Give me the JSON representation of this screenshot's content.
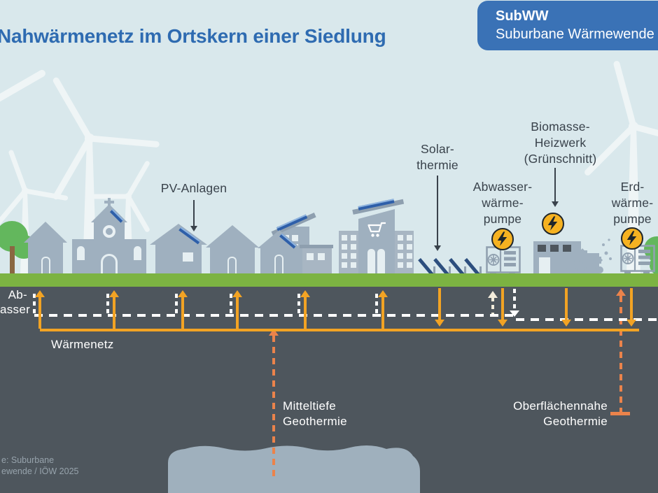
{
  "title": "Nahwärmenetz im Ortskern einer Siedlung",
  "badge": {
    "acronym": "SubWW",
    "name": "Suburbane Wärmewende"
  },
  "scene_labels": {
    "pv": "PV-Anlagen",
    "solarthermie": [
      "Solar-",
      "thermie"
    ],
    "abwasser_wp": [
      "Abwasser-",
      "wärme-",
      "pumpe"
    ],
    "biomasse": [
      "Biomasse-",
      "Heizwerk",
      "(Grünschnitt)"
    ],
    "erdwaerme_wp": [
      "Erd-",
      "wärme-",
      "pumpe"
    ]
  },
  "underground_labels": {
    "abwasser_cut": [
      "Ab-",
      "asser"
    ],
    "waermenetz": "Wärmenetz",
    "mitteltiefe": [
      "Mitteltiefe",
      "Geothermie"
    ],
    "oberflaechennahe": [
      "Oberflächennahe",
      "Geothermie"
    ]
  },
  "source_lines": [
    "e: Suburbane",
    "ewende / IÖW 2025"
  ],
  "icons": {
    "wind-turbine-icon": "white three-blade turbine silhouette",
    "tree-icon": "green circle foliage with brown trunk",
    "lightning-bolt-icon": "black bolt in yellow circle badge",
    "shopping-cart-icon": "white cart outline on store facade",
    "heat-pump-icon": "outlined unit with fan and slats",
    "pv-panel-icon": "blue strip on roof slope",
    "solar-collector-icon": "tilted navy ground panel",
    "church-cross-icon": "gray cross on church spire"
  },
  "colors": {
    "sky": "#D9E8EC",
    "ground_green": "#7CB342",
    "underground": "#4E565D",
    "building_gray": "#9FB0BF",
    "heat_orange": "#F2A324",
    "geothermal_orange": "#EB834B",
    "sewer_white": "#FFFFFF",
    "panel_blue": "#2E5FA9",
    "title_blue": "#2E6BB1",
    "badge_blue": "#3A72B6",
    "label_dark": "#39424B",
    "badge_yellow": "#F6B221",
    "aquifer_gray": "#9FB0BD",
    "source_gray": "#97A3AC"
  }
}
